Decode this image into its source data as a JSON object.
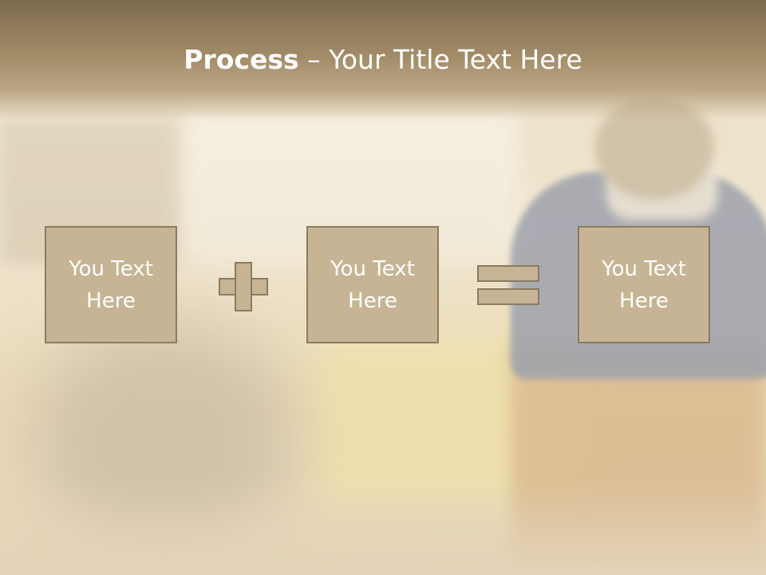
{
  "slide": {
    "title_bold": "Process",
    "title_rest": " – Your Title Text Here"
  },
  "boxes": [
    {
      "text": "You Text\nHere"
    },
    {
      "text": "You Text\nHere"
    },
    {
      "text": "You Text\nHere"
    }
  ],
  "operators": {
    "first": "plus-icon",
    "second": "equals-icon"
  },
  "colors": {
    "box_fill": "#c6b494",
    "box_border": "#8b7b60",
    "title_band": "#7d6b4f",
    "text": "#ffffff"
  }
}
